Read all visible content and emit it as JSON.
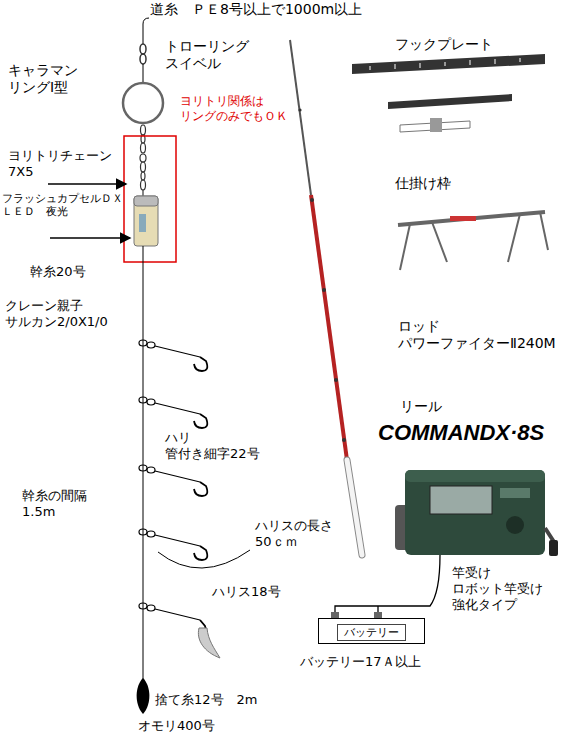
{
  "diagram": {
    "nodes": [
      {
        "text": [
          "バッテリー"
        ]
      }
    ],
    "labels": [
      "道糸　ＰＥ8号以上で1000m以上",
      "トローリング スイベル",
      "フックプレート",
      "キャラマン リングⅠ型",
      "ヨリトリ関係は リングのみでもＯＫ",
      "ヨリトリチェーン 7X5",
      "フラッシュカプセルＤＸ ＬＥＤ　夜光",
      "仕掛け枠",
      "幹糸20号",
      "クレーン親子 サルカン2/0X1/0",
      "ロッド パワーファイターⅡ240M",
      "リール",
      "COMMANDX·8S",
      "ハリ 管付き細字22号",
      "幹糸の間隔 1.5m",
      "ハリスの長さ 50ｃｍ",
      "ハリス18号",
      "竿受け ロボット竿受け 強化タイプ",
      "バッテリー17Ａ以上",
      "捨て糸12号　2m",
      "オモリ400号"
    ]
  }
}
